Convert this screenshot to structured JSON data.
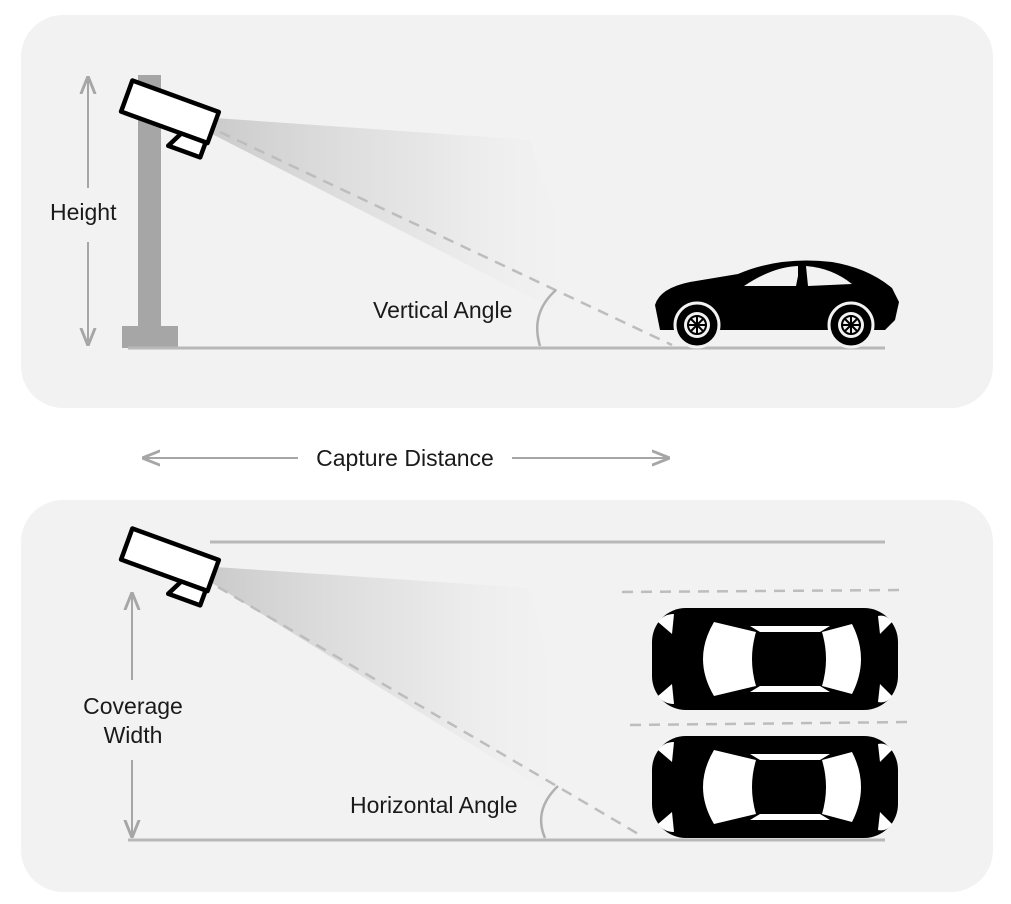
{
  "top_panel": {
    "height_label": "Height",
    "vertical_angle_label": "Vertical Angle"
  },
  "middle": {
    "capture_distance_label": "Capture Distance"
  },
  "bottom_panel": {
    "coverage_width_line1": "Coverage",
    "coverage_width_line2": "Width",
    "horizontal_angle_label": "Horizontal Angle"
  },
  "colors": {
    "panel_bg": "#f2f2f2",
    "structure_gray": "#a6a6a6",
    "line_gray": "#b8b8b8",
    "dash_gray": "#bdbdbd",
    "vehicle": "#000000",
    "text": "#1a1a1a"
  },
  "icons": [
    "camera-icon",
    "side-car-icon",
    "top-car-icon",
    "pole-icon"
  ]
}
